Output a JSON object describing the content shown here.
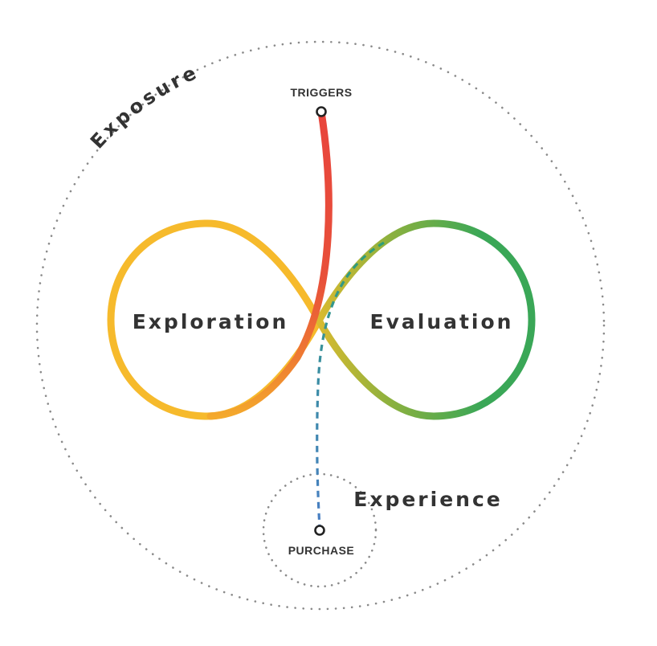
{
  "diagram": {
    "exposure_label": "Exposure",
    "exploration_label": "Exploration",
    "evaluation_label": "Evaluation",
    "experience_label": "Experience",
    "triggers_label": "TRIGGERS",
    "purchase_label": "PURCHASE"
  },
  "colors": {
    "exploration_loop": "#F6BA2C",
    "evaluation_loop": "#3AA757",
    "trigger_path": "#E8453C",
    "purchase_path_start": "#2E9E78",
    "purchase_path_end": "#4A7EC5",
    "dotted_circle": "#8A8A8A",
    "text": "#333333"
  }
}
